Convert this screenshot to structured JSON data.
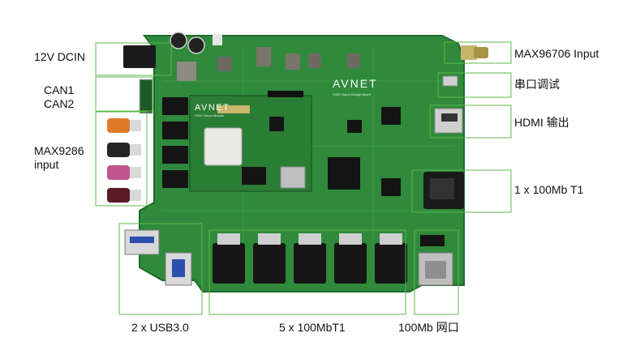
{
  "labels": {
    "dcin": "12V DCIN",
    "can1": "CAN1",
    "can2": "CAN2",
    "max9286_line1": "MAX9286",
    "max9286_line2": "input",
    "max96706": "MAX96706 Input",
    "serial": "串口调试",
    "hdmi": "HDMI 输出",
    "t1_single": "1 x 100Mb T1",
    "usb": "2 x USB3.0",
    "t1_multi": "5 x 100MbT1",
    "eth": "100Mb 网口"
  },
  "board_text": {
    "brand_top": "AVNET",
    "brand_top_sub": "S32V Vision Design Board",
    "brand_chip": "AVNET",
    "brand_chip_sub": "S32V Vision Module"
  },
  "colors": {
    "pcb": "#2f8a3c",
    "pcb_dark": "#1f6a2c",
    "callout": "#5fb84a",
    "fakra_orange": "#e07a2a",
    "fakra_black": "#262626",
    "fakra_pink": "#c0548f",
    "fakra_maroon": "#5a1a26",
    "usb_blue": "#2d4fb0"
  }
}
